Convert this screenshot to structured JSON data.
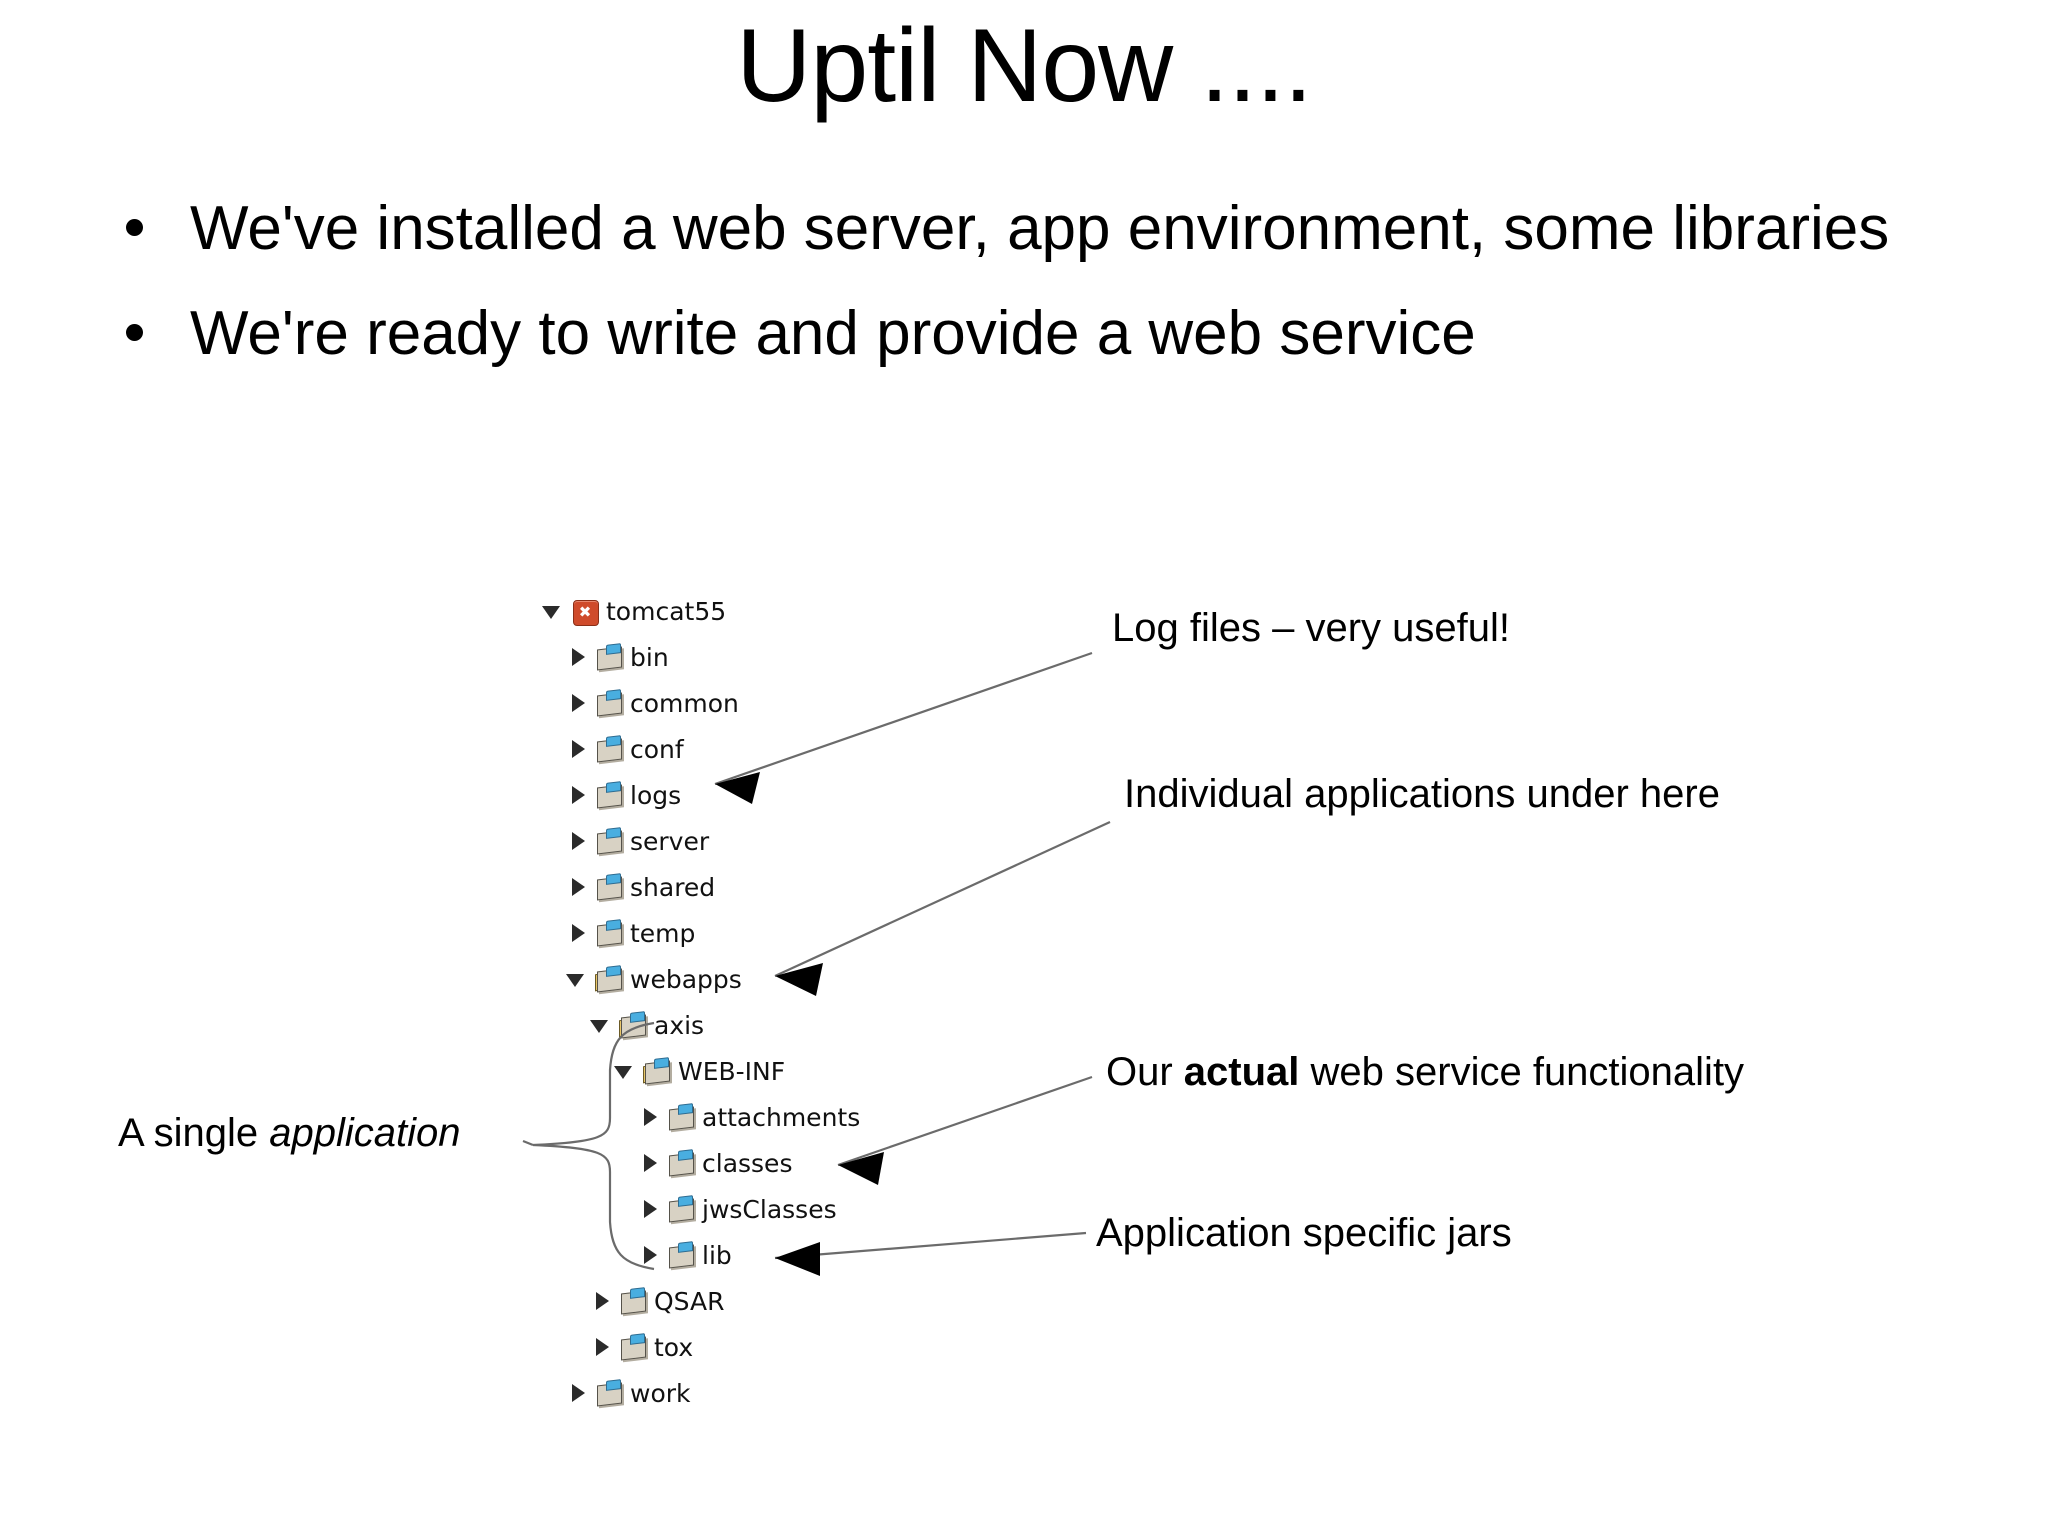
{
  "slide": {
    "title": "Uptil Now ....",
    "bullets": [
      "We've installed a web server, app environment, some libraries",
      "We're ready to write and provide a web service"
    ]
  },
  "tree": {
    "rows": [
      {
        "label": "tomcat55",
        "indent": 0,
        "toggle": "expanded",
        "icon": "root"
      },
      {
        "label": "bin",
        "indent": 1,
        "toggle": "collapsed",
        "icon": "folder"
      },
      {
        "label": "common",
        "indent": 1,
        "toggle": "collapsed",
        "icon": "folder"
      },
      {
        "label": "conf",
        "indent": 1,
        "toggle": "collapsed",
        "icon": "folder"
      },
      {
        "label": "logs",
        "indent": 1,
        "toggle": "collapsed",
        "icon": "folder"
      },
      {
        "label": "server",
        "indent": 1,
        "toggle": "collapsed",
        "icon": "folder"
      },
      {
        "label": "shared",
        "indent": 1,
        "toggle": "collapsed",
        "icon": "folder"
      },
      {
        "label": "temp",
        "indent": 1,
        "toggle": "collapsed",
        "icon": "folder"
      },
      {
        "label": "webapps",
        "indent": 1,
        "toggle": "expanded",
        "icon": "folder-open"
      },
      {
        "label": "axis",
        "indent": 2,
        "toggle": "expanded",
        "icon": "folder-open"
      },
      {
        "label": "WEB-INF",
        "indent": 3,
        "toggle": "expanded",
        "icon": "folder-open"
      },
      {
        "label": "attachments",
        "indent": 4,
        "toggle": "collapsed",
        "icon": "folder"
      },
      {
        "label": "classes",
        "indent": 4,
        "toggle": "collapsed",
        "icon": "folder"
      },
      {
        "label": "jwsClasses",
        "indent": 4,
        "toggle": "collapsed",
        "icon": "folder"
      },
      {
        "label": "lib",
        "indent": 4,
        "toggle": "collapsed",
        "icon": "folder"
      },
      {
        "label": "QSAR",
        "indent": 2,
        "toggle": "collapsed",
        "icon": "folder"
      },
      {
        "label": "tox",
        "indent": 2,
        "toggle": "collapsed",
        "icon": "folder"
      },
      {
        "label": "work",
        "indent": 1,
        "toggle": "collapsed",
        "icon": "folder"
      }
    ]
  },
  "annotations": {
    "logs": "Log files – very useful!",
    "webapps": "Individual applications under here",
    "classes_pre": "Our ",
    "classes_bold": "actual",
    "classes_post": " web service functionality",
    "lib": "Application specific jars",
    "single_pre": "A single ",
    "single_italic": "application"
  },
  "colors": {
    "background": "#ffffff",
    "text": "#000000",
    "leader_line": "#6b6b6b",
    "folder_body": "#d8d2c4",
    "folder_tab": "#49aee0",
    "folder_open_accent": "#e9c76a",
    "root_icon": "#cf4b2b"
  }
}
